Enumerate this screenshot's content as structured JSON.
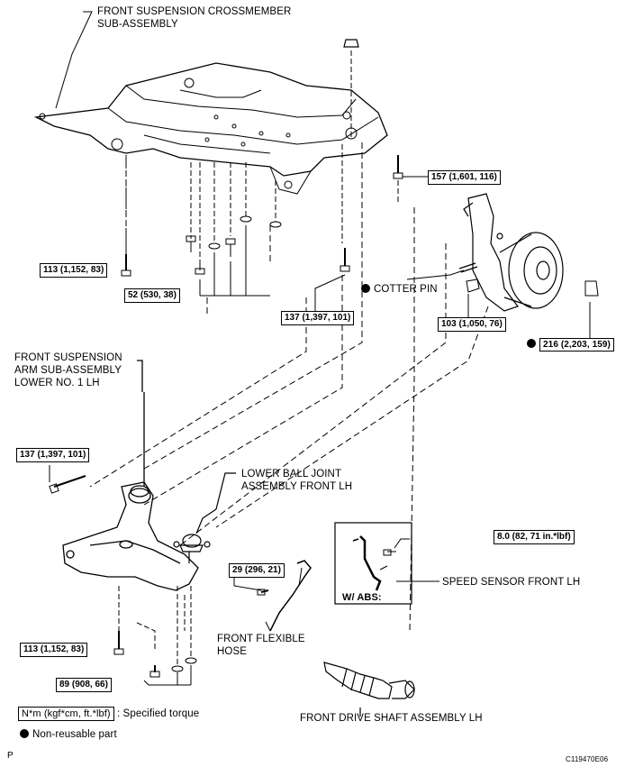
{
  "labels": {
    "crossmember": [
      "FRONT SUSPENSION CROSSMEMBER",
      "SUB-ASSEMBLY"
    ],
    "arm": [
      "FRONT SUSPENSION",
      "ARM SUB-ASSEMBLY",
      "LOWER NO. 1 LH"
    ],
    "ball_joint": [
      "LOWER BALL JOINT",
      "ASSEMBLY FRONT LH"
    ],
    "cotter_pin": "COTTER PIN",
    "speed_sensor": "SPEED SENSOR FRONT LH",
    "abs": "W/ ABS:",
    "hose": [
      "FRONT FLEXIBLE",
      "HOSE"
    ],
    "drive_shaft": "FRONT DRIVE SHAFT ASSEMBLY LH"
  },
  "torques": {
    "t157": "157 (1,601, 116)",
    "t113a": "113 (1,152, 83)",
    "t52": "52 (530, 38)",
    "t137a": "137 (1,397, 101)",
    "t103": "103 (1,050, 76)",
    "t216": "216 (2,203, 159)",
    "t137b": "137 (1,397, 101)",
    "t8": "8.0 (82, 71 in.*lbf)",
    "t29": "29 (296, 21)",
    "t113b": "113 (1,152, 83)",
    "t89": "89 (908, 66)"
  },
  "legend": {
    "torque_box": "N*m (kgf*cm, ft.*lbf)",
    "torque_desc": ": Specified torque",
    "nonreusable": "Non-reusable part"
  },
  "footer": {
    "left": "P",
    "right": "C119470E06"
  }
}
